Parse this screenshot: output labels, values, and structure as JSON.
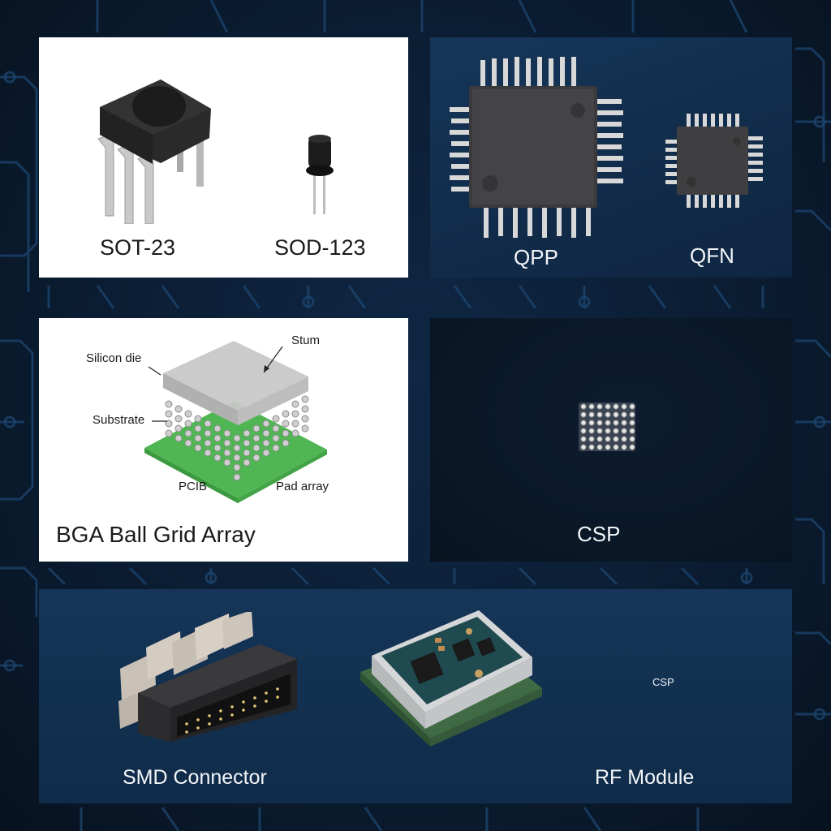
{
  "colors": {
    "background": "#0b1d33",
    "trace": "#1e4a75",
    "panel_white": "#ffffff",
    "panel_navy": "#153355",
    "panel_dark": "#0b1828",
    "pcb_green": "#4caf50",
    "chip_body": "#2e2e2e",
    "lead_silver": "#d6d6d6",
    "label_dark": "#1a1a1a",
    "label_light": "#f2f5f8"
  },
  "panels": {
    "through_hole": {
      "items": [
        {
          "label": "SOT-23",
          "icon": "dip-transistor-icon"
        },
        {
          "label": "SOD-123",
          "icon": "to92-diode-icon"
        }
      ]
    },
    "quad_packages": {
      "items": [
        {
          "label": "QPP",
          "icon": "qfp-chip-icon"
        },
        {
          "label": "QFN",
          "icon": "qfn-chip-icon"
        }
      ]
    },
    "bga": {
      "title": "BGA Ball Grid Array",
      "callouts": {
        "silicon_die": "Silicon die",
        "stum": "Stum",
        "substrate": "Substrate",
        "pcb": "PCIB",
        "pad_array": "Pad array"
      }
    },
    "csp": {
      "label": "CSP",
      "grid": {
        "rows": 6,
        "cols": 7
      }
    },
    "modules": {
      "items": [
        {
          "label": "SMD Connector",
          "icon": "smd-connector-icon"
        },
        {
          "label": "RF Module",
          "icon": "rf-module-icon"
        }
      ],
      "small_label": "CSP"
    }
  }
}
